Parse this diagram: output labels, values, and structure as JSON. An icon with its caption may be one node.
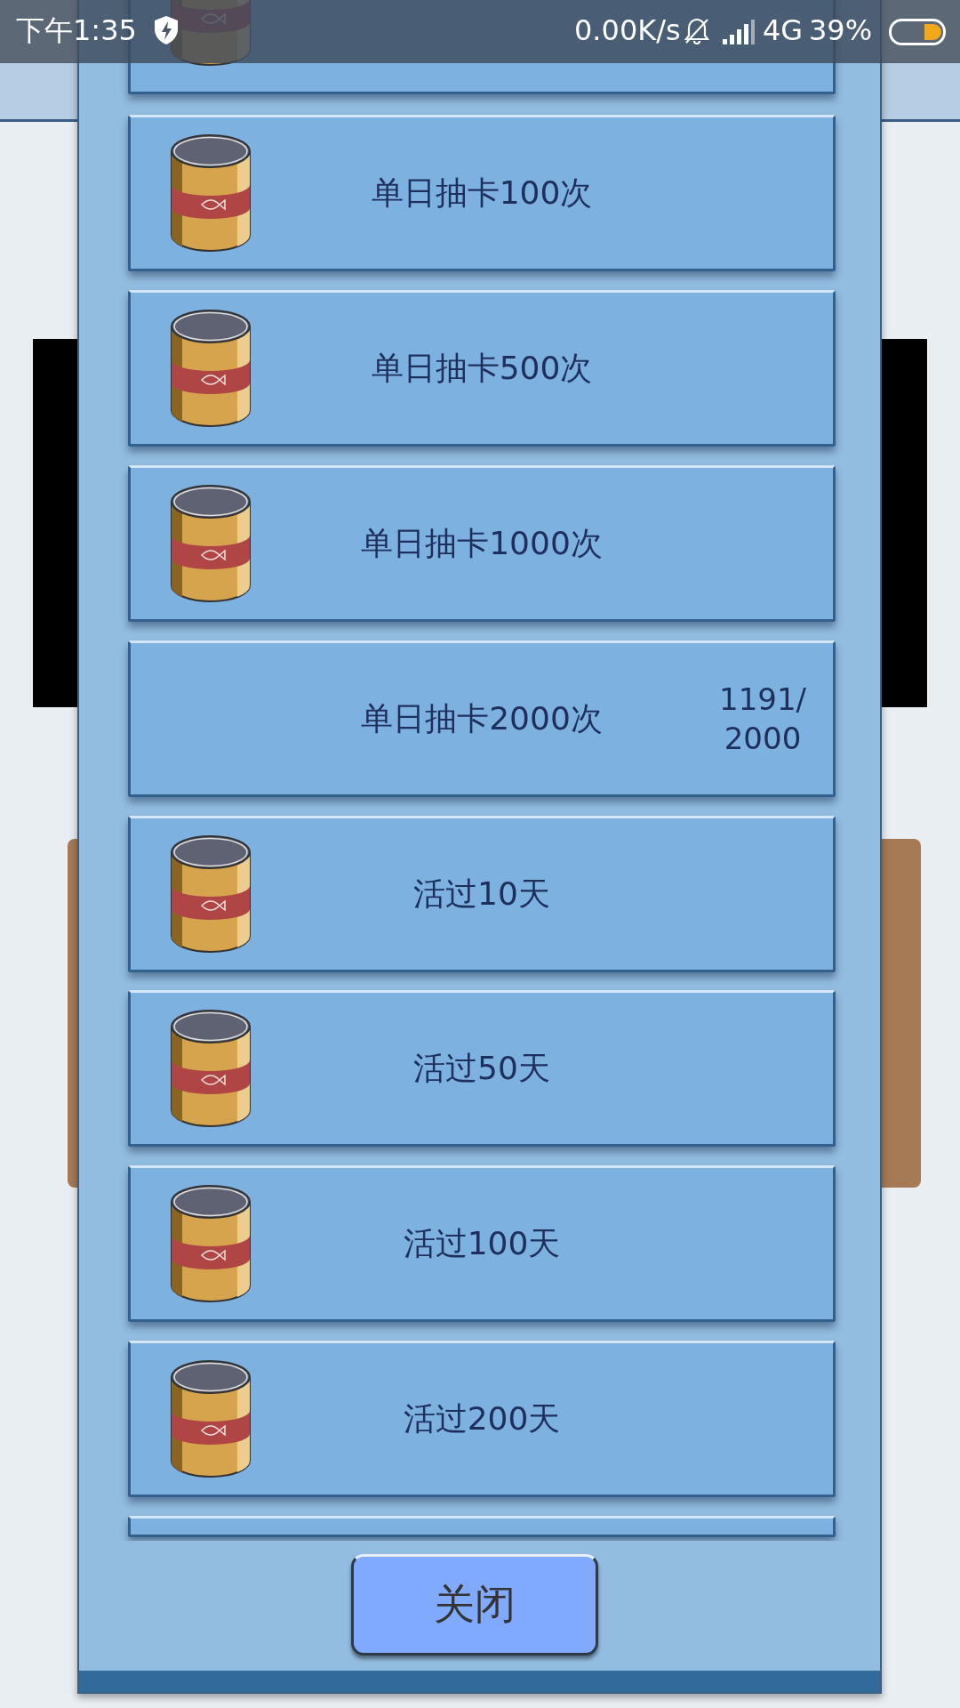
{
  "diagram": {
    "nodes": [
      {
        "text": [],
        "shape": "box"
      },
      {
        "text": [
          "单日抽卡100次"
        ]
      },
      {
        "text": [
          "单日抽卡500次"
        ]
      },
      {
        "text": [
          "单日抽卡1000次"
        ]
      },
      {
        "text": [
          "单日抽卡2000次",
          "1191/ 2000"
        ]
      },
      {
        "text": [
          "活过10天"
        ]
      },
      {
        "text": [
          "活过50天"
        ]
      },
      {
        "text": [
          "活过100天"
        ]
      },
      {
        "text": [
          "活过200天"
        ]
      },
      {
        "text": [],
        "shape": "box"
      },
      {
        "text": [
          "关闭"
        ]
      }
    ],
    "labels": [
      "下午1:35",
      "0.00K/s",
      "4G",
      "39%"
    ]
  }
}
